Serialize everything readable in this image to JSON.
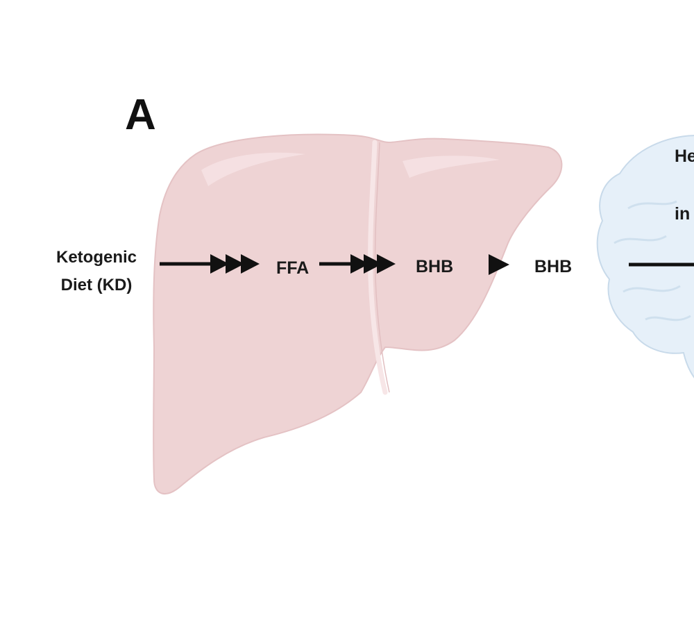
{
  "panel_label": "A",
  "labels": {
    "diet_line1": "Ketogenic",
    "diet_line2": "Diet (KD)",
    "ffa": "FFA",
    "bhb_liver": "BHB",
    "bhb_blood": "BHB",
    "brain_partial_1": "He",
    "brain_partial_2": "in"
  },
  "colors": {
    "liver_fill": "#eed3d4",
    "liver_stroke": "#e4c2c4",
    "liver_highlight": "#f6e4e5",
    "brain_fill": "#e6f0f9",
    "brain_stroke": "#c8daea",
    "arrow": "#111111",
    "text": "#1a1a1a"
  },
  "icons": [
    "liver-illustration",
    "brain-illustration"
  ]
}
